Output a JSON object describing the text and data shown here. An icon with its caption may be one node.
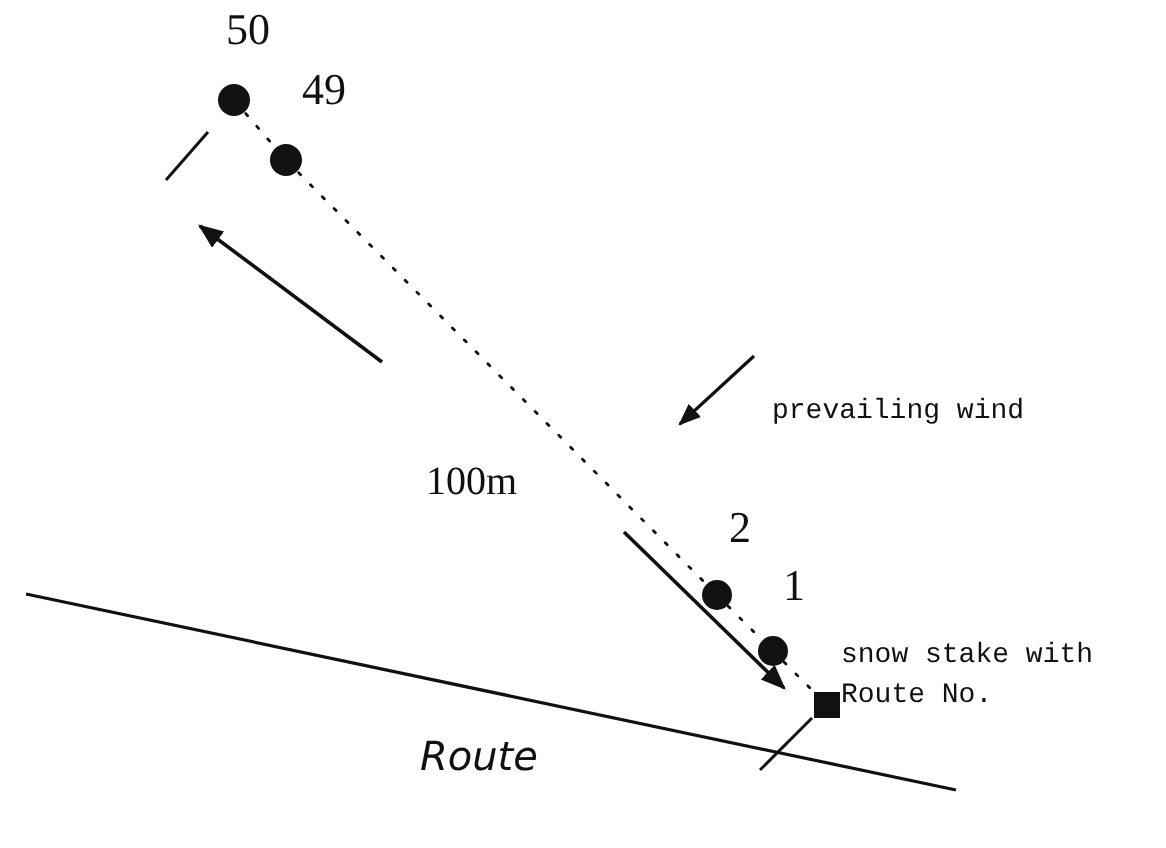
{
  "diagram": {
    "nodes": [
      {
        "text": [],
        "shape": "circle",
        "beside": [
          "50"
        ]
      },
      {
        "text": [],
        "shape": "circle",
        "beside": [
          "49"
        ]
      },
      {
        "text": [],
        "shape": "circle",
        "beside": [
          "2"
        ]
      },
      {
        "text": [],
        "shape": "circle",
        "beside": [
          "1"
        ]
      },
      {
        "text": [],
        "shape": "box",
        "beside": [
          "snow stake with Route No."
        ]
      }
    ],
    "edges": [
      {
        "from": 0,
        "to": 1,
        "arrow": "none",
        "style": "dashed"
      },
      {
        "from": 1,
        "to": 2,
        "arrow": "none",
        "style": "dashed"
      },
      {
        "from": 2,
        "to": 3,
        "arrow": "none",
        "style": "dashed"
      },
      {
        "from": 3,
        "to": 4,
        "arrow": "none",
        "style": "dashed"
      }
    ],
    "labels": [
      "100m",
      "prevailing wind",
      "Route"
    ]
  }
}
